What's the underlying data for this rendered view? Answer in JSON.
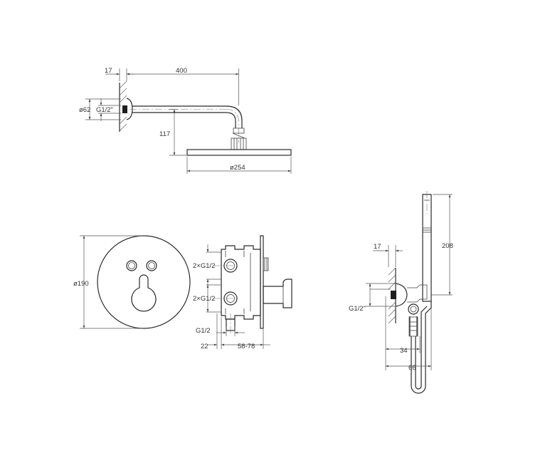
{
  "shower_arm": {
    "dim_wall": "17",
    "dim_arm_length": "400",
    "dim_flange_dia": "ø62",
    "dim_thread": "G1/2\"",
    "dim_drop": "117",
    "dim_head_dia": "ø254"
  },
  "mixer": {
    "dim_plate_dia": "ø190",
    "dim_top_outlets": "2×G1/2",
    "dim_bottom_outlets": "2×G1/2",
    "dim_inlet": "G1/2",
    "dim_depth_fixed": "22",
    "dim_depth_range": "58-78"
  },
  "hand_shower": {
    "dim_height": "208",
    "dim_wall": "17",
    "dim_thread": "G1/2\"",
    "dim_offset_34": "34",
    "dim_offset_66": "66"
  }
}
